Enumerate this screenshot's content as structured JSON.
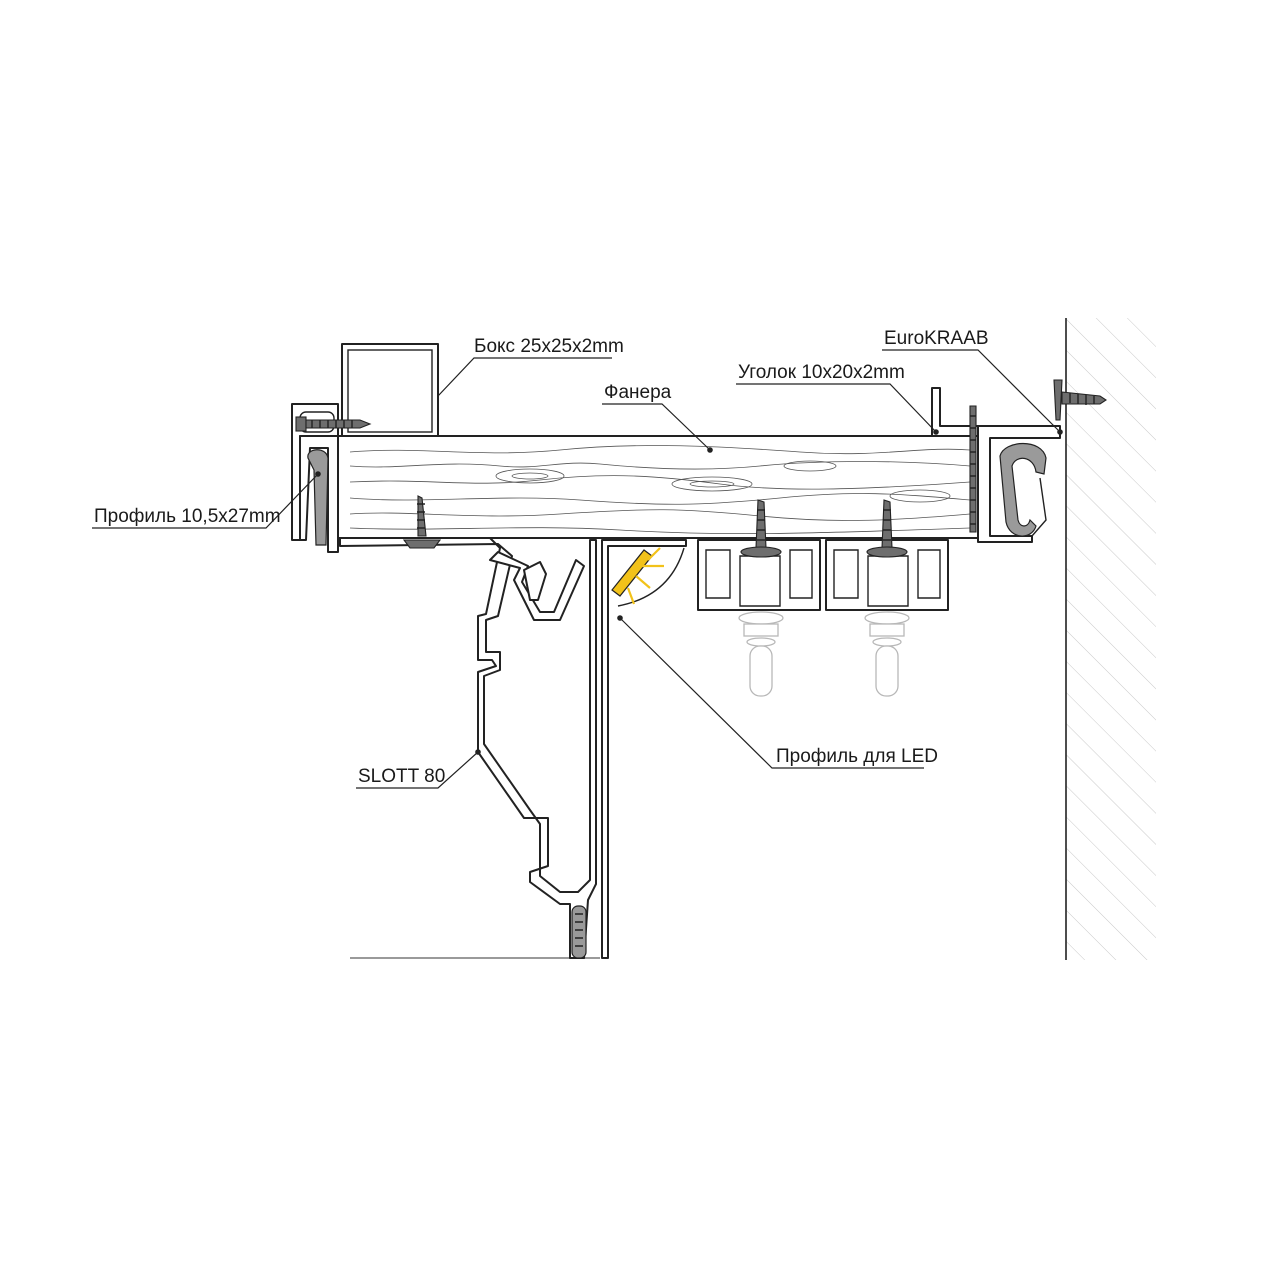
{
  "labels": {
    "box": "Бокс 25x25x2mm",
    "eurokraab": "EuroKRAAB",
    "angle": "Уголок 10x20x2mm",
    "plywood": "Фанера",
    "profile_left": "Профиль 10,5x27mm",
    "slott": "SLOTT 80",
    "led_profile": "Профиль для LED"
  },
  "colors": {
    "line": "#222222",
    "led": "#f2c21a",
    "ghost": "#b8b8b8",
    "wall_hatch": "#c9c9c9"
  }
}
